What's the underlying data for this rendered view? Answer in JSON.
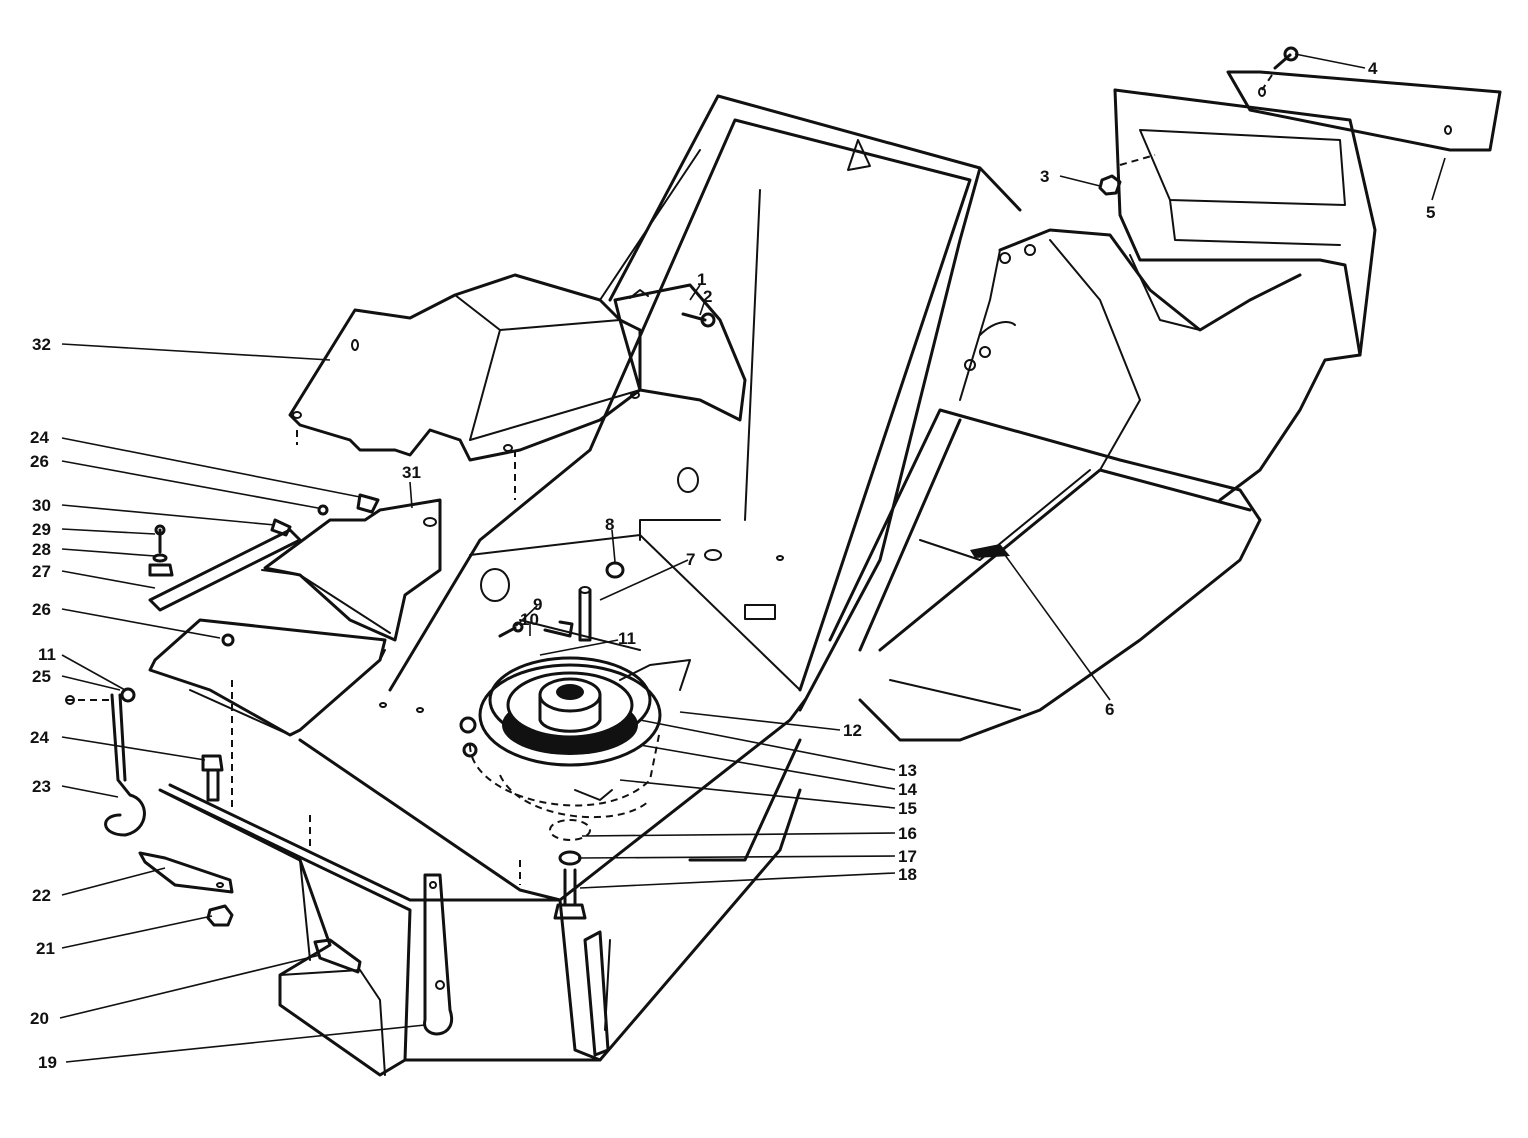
{
  "callouts": [
    {
      "id": "c1",
      "text": "1"
    },
    {
      "id": "c2",
      "text": "2"
    },
    {
      "id": "c3",
      "text": "3"
    },
    {
      "id": "c4",
      "text": "4"
    },
    {
      "id": "c5",
      "text": "5"
    },
    {
      "id": "c6",
      "text": "6"
    },
    {
      "id": "c7",
      "text": "7"
    },
    {
      "id": "c8",
      "text": "8"
    },
    {
      "id": "c9",
      "text": "9"
    },
    {
      "id": "c10",
      "text": "10"
    },
    {
      "id": "c11a",
      "text": "11"
    },
    {
      "id": "c11b",
      "text": "11"
    },
    {
      "id": "c12",
      "text": "12"
    },
    {
      "id": "c13",
      "text": "13"
    },
    {
      "id": "c14",
      "text": "14"
    },
    {
      "id": "c15",
      "text": "15"
    },
    {
      "id": "c16",
      "text": "16"
    },
    {
      "id": "c17",
      "text": "17"
    },
    {
      "id": "c18",
      "text": "18"
    },
    {
      "id": "c19",
      "text": "19"
    },
    {
      "id": "c20",
      "text": "20"
    },
    {
      "id": "c21",
      "text": "21"
    },
    {
      "id": "c22",
      "text": "22"
    },
    {
      "id": "c23",
      "text": "23"
    },
    {
      "id": "c24a",
      "text": "24"
    },
    {
      "id": "c24b",
      "text": "24"
    },
    {
      "id": "c25",
      "text": "25"
    },
    {
      "id": "c26a",
      "text": "26"
    },
    {
      "id": "c26b",
      "text": "26"
    },
    {
      "id": "c27",
      "text": "27"
    },
    {
      "id": "c28",
      "text": "28"
    },
    {
      "id": "c29",
      "text": "29"
    },
    {
      "id": "c30",
      "text": "30"
    },
    {
      "id": "c31",
      "text": "31"
    },
    {
      "id": "c32",
      "text": "32"
    }
  ]
}
